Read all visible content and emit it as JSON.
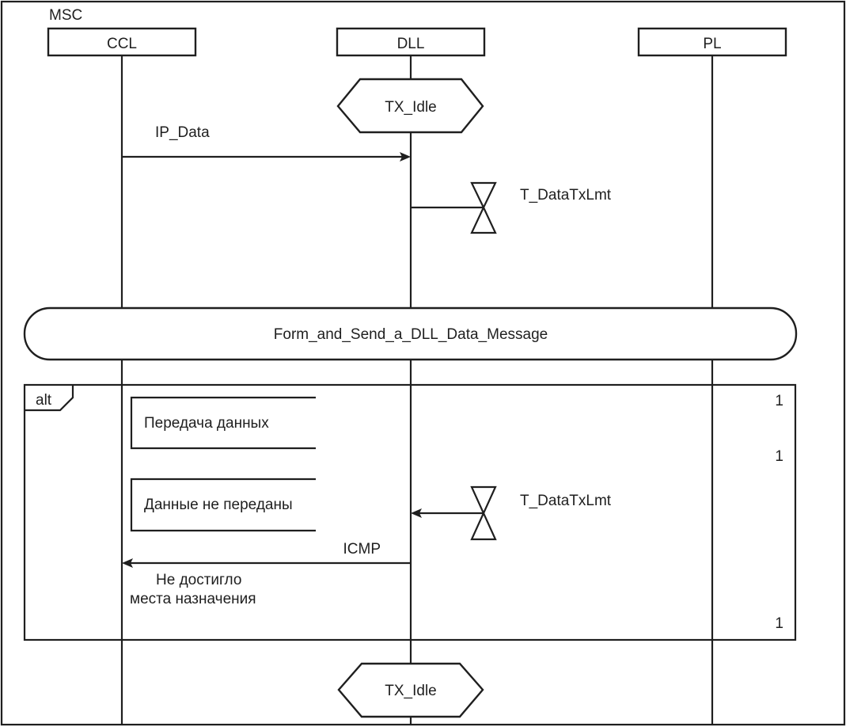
{
  "diagram": {
    "type": "MSC",
    "title": "MSC",
    "instances": [
      {
        "name": "CCL"
      },
      {
        "name": "DLL"
      },
      {
        "name": "PL"
      }
    ],
    "states": {
      "start": "TX_Idle",
      "end": "TX_Idle"
    },
    "messages": {
      "ip_data": {
        "label": "IP_Data",
        "from": "CCL",
        "to": "DLL"
      },
      "icmp": {
        "label": "ICMP",
        "from": "DLL",
        "to": "CCL",
        "note_line1": "Не достигло",
        "note_line2": "места назначения"
      }
    },
    "timers": {
      "set": {
        "label": "T_DataTxLmt",
        "instance": "DLL",
        "action": "set"
      },
      "timeout": {
        "label": "T_DataTxLmt",
        "instance": "DLL",
        "action": "timeout"
      }
    },
    "reference": {
      "label": "Form_and_Send_a_DLL_Data_Message"
    },
    "alt_frame": {
      "operator": "alt",
      "comments": [
        "Передача данных",
        "Данные не переданы"
      ],
      "operand_markers": [
        "1",
        "1",
        "1"
      ]
    }
  }
}
